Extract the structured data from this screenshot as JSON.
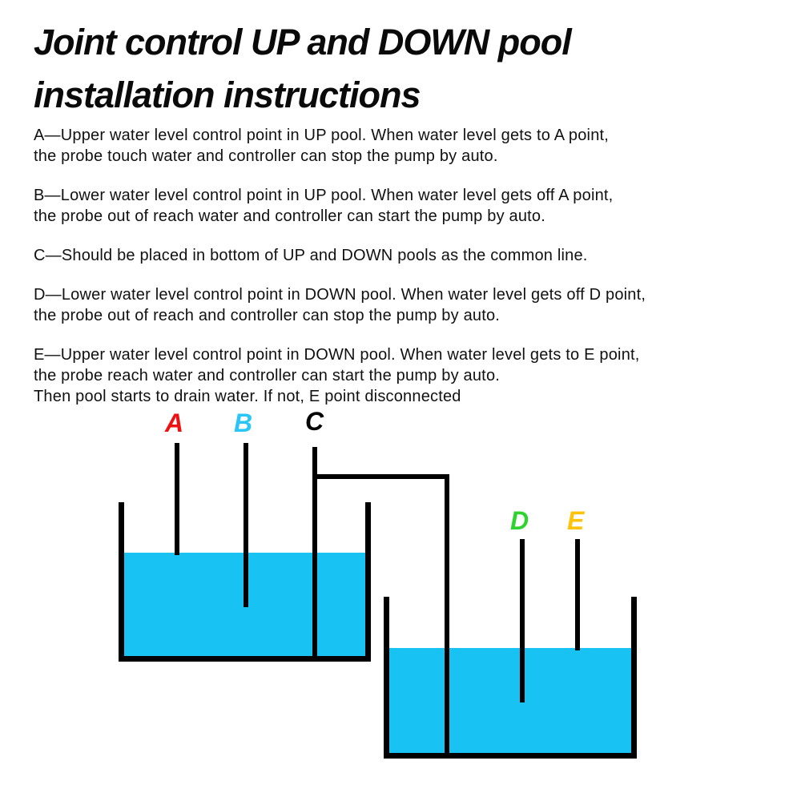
{
  "title": {
    "lines": [
      "Joint control UP and DOWN pool",
      "installation instructions"
    ]
  },
  "instructions": [
    {
      "lines": [
        "A—Upper water level control point in UP pool. When water level gets to A point,",
        "the probe touch water and controller can stop the pump by auto."
      ]
    },
    {
      "lines": [
        "B—Lower water level control point in UP pool. When water level gets off A point,",
        "the probe out of reach water and controller can start the pump by auto."
      ]
    },
    {
      "lines": [
        "C—Should be placed in bottom of UP and DOWN pools as the common line."
      ]
    },
    {
      "lines": [
        "D—Lower water level control point in DOWN pool. When water level gets off D point,",
        "the probe out of reach and controller can stop the pump by auto."
      ]
    },
    {
      "lines": [
        "E—Upper water level control point in DOWN pool. When water level gets to E point,",
        "the probe reach water and controller can start the pump by auto.",
        "Then pool starts to drain water. If not, E point disconnected"
      ]
    }
  ],
  "diagram": {
    "water_color": "#18c3f4",
    "line_color": "#000000",
    "probe_labels": [
      {
        "label": "A",
        "color": "#ee1111"
      },
      {
        "label": "B",
        "color": "#29c5f6"
      },
      {
        "label": "C",
        "color": "#000000"
      },
      {
        "label": "D",
        "color": "#2fd32f"
      },
      {
        "label": "E",
        "color": "#ffc30b"
      }
    ]
  }
}
